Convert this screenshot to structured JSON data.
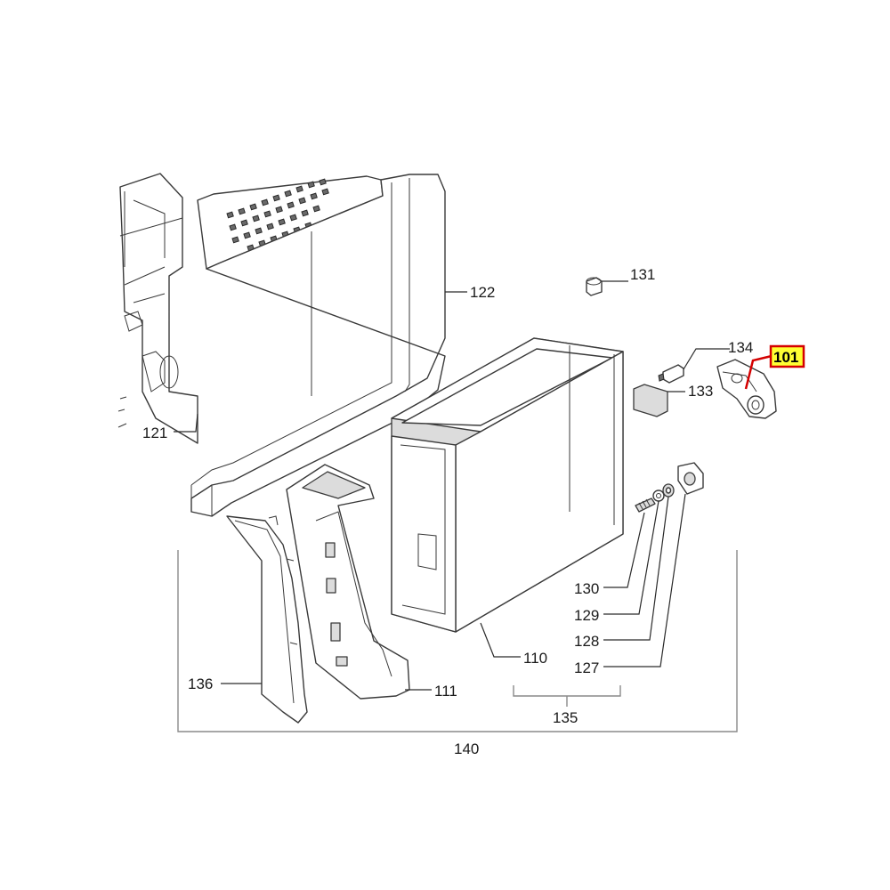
{
  "diagram": {
    "callouts": {
      "p101": "101",
      "p110": "110",
      "p111": "111",
      "p121": "121",
      "p122": "122",
      "p127": "127",
      "p128": "128",
      "p129": "129",
      "p130": "130",
      "p131": "131",
      "p133": "133",
      "p134": "134",
      "p135": "135",
      "p136": "136",
      "p140": "140"
    },
    "highlighted_part": "101",
    "colors": {
      "highlight_fill": "#ffff33",
      "highlight_stroke": "#d40000",
      "line": "#3a3a3a"
    }
  }
}
